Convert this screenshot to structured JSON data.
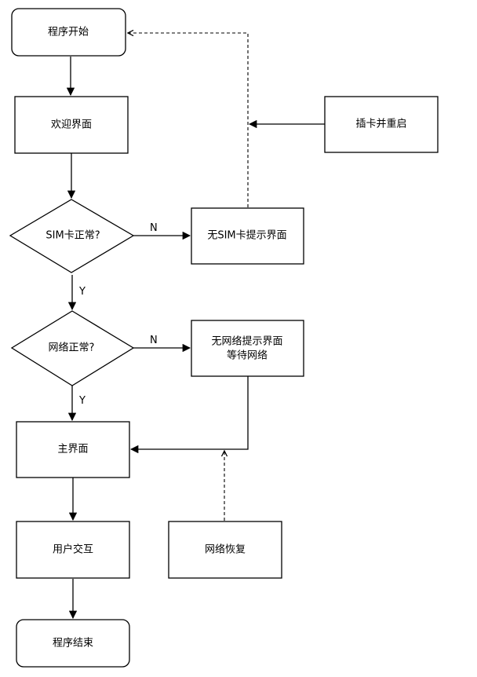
{
  "nodes": {
    "start": "程序开始",
    "welcome": "欢迎界面",
    "insert_restart": "插卡并重启",
    "sim_check": "SIM卡正常?",
    "no_sim": "无SIM卡提示界面",
    "net_check": "网络正常?",
    "no_net_line1": "无网络提示界面",
    "no_net_line2": "等待网络",
    "main": "主界面",
    "interact": "用户交互",
    "net_restore": "网络恢复",
    "end": "程序结束"
  },
  "edge_labels": {
    "sim_no": "N",
    "sim_yes": "Y",
    "net_no": "N",
    "net_yes": "Y"
  },
  "colors": {
    "stroke": "#000000",
    "fill": "#ffffff",
    "text": "#000000"
  }
}
